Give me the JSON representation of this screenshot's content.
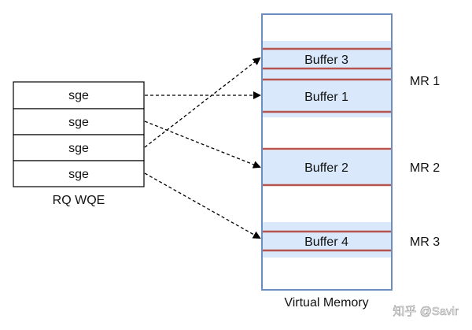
{
  "wqe": {
    "caption": "RQ WQE",
    "entries": [
      "sge",
      "sge",
      "sge",
      "sge"
    ]
  },
  "memory": {
    "caption": "Virtual Memory",
    "buffers": [
      "Buffer 3",
      "Buffer 1",
      "Buffer 2",
      "Buffer 4"
    ],
    "regions": [
      "MR 1",
      "MR 2",
      "MR 3"
    ]
  },
  "watermark": "知乎 @Savir",
  "colors": {
    "memory_border": "#6c8ebf",
    "buffer_fill": "#dae8fc",
    "boundary_line": "#b85450",
    "box_stroke": "#000000"
  }
}
